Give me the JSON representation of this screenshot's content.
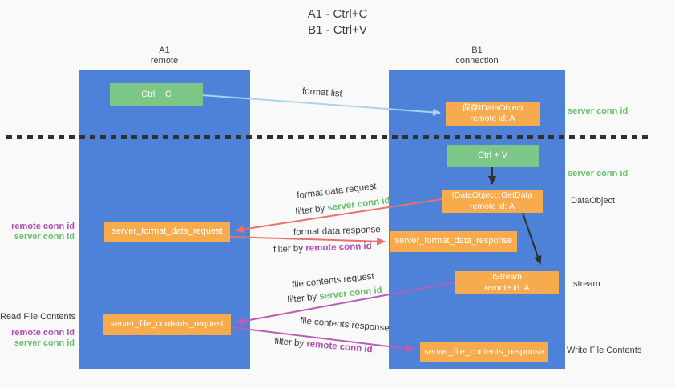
{
  "title": {
    "line1": "A1 - Ctrl+C",
    "line2": "B1 - Ctrl+V"
  },
  "lanes": {
    "left": {
      "name": "A1",
      "role": "remote"
    },
    "right": {
      "name": "B1",
      "role": "connection"
    }
  },
  "nodes": {
    "ctrl_c": {
      "label": "Ctrl + C"
    },
    "ctrl_v": {
      "label": "Ctrl + V"
    },
    "save_dataobject": {
      "line1": "保存IDataObject",
      "line2": "remote id: A"
    },
    "getdata": {
      "line1": "IDataObject::GetData",
      "line2": "remote id: A"
    },
    "istream": {
      "line1": "IStream",
      "line2": "remote id: A"
    },
    "server_format_data_request": {
      "label": "server_format_data_request"
    },
    "server_format_data_response": {
      "label": "server_format_data_response"
    },
    "server_file_contents_request": {
      "label": "server_file_contents_request"
    },
    "server_file_contents_response": {
      "label": "server_file_contents_response"
    }
  },
  "edge_labels": {
    "format_list": "format list",
    "format_data_request": "format data request",
    "format_data_response": "format data response",
    "file_contents_request": "file contents request",
    "file_contents_response": "file contents response",
    "filter_by": "filter by",
    "server_conn_id": "server conn id",
    "remote_conn_id": "remote conn id"
  },
  "side_labels": {
    "server_conn_id": "server conn id",
    "remote_conn_id": "remote conn id",
    "dataobject": "DataObject",
    "istream": "Istream",
    "read_file_contents": "Read File Contents",
    "write_file_contents": "Write File Contents"
  },
  "colors": {
    "lane_blue": "#4d82d8",
    "green_box": "#7cc687",
    "orange_box": "#f8ab4c",
    "blue_arrow": "#a9d3ee",
    "salmon_arrow": "#e8726b",
    "purple_arrow": "#ba5cba",
    "black_arrow": "#2f2f2f",
    "green_text": "#67bd6b",
    "purple_text": "#b04eb0"
  }
}
